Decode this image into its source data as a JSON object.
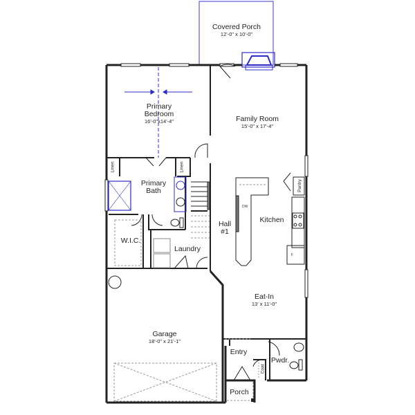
{
  "plan": {
    "colors": {
      "wall": "#222222",
      "accent_blue": "#2b2bcc",
      "porch_outline": "#3a3ad0",
      "dashed": "#999999",
      "background": "#ffffff"
    },
    "rooms": {
      "covered_porch": {
        "name": "Covered Porch",
        "dim": "12'-0\" x 10'-0\""
      },
      "primary_bedroom": {
        "name_line1": "Primary",
        "name_line2": "Bedroom",
        "dim": "16'-0\"x14'-4\""
      },
      "family_room": {
        "name": "Family Room",
        "dim": "15'-0\" x 17'-4\""
      },
      "primary_bath": {
        "name_line1": "Primary",
        "name_line2": "Bath"
      },
      "wic": {
        "name": "W.I.C."
      },
      "laundry": {
        "name": "Laundry"
      },
      "hall": {
        "name_line1": "Hall",
        "name_line2": "#1"
      },
      "kitchen": {
        "name": "Kitchen"
      },
      "eat_in": {
        "name": "Eat-In",
        "dim": "13' x 11'-0\""
      },
      "garage": {
        "name": "Garage",
        "dim": "18'-0\" x 21'-1\""
      },
      "entry": {
        "name": "Entry"
      },
      "powder": {
        "name": "Pwdr."
      },
      "porch": {
        "name": "Porch"
      }
    },
    "closets": {
      "linen_left": "Linen",
      "linen_right": "Linen",
      "pantry": "Pantry",
      "coat": "Coat"
    },
    "appliances": {
      "dishwasher": "DW",
      "fridge": "F"
    }
  }
}
